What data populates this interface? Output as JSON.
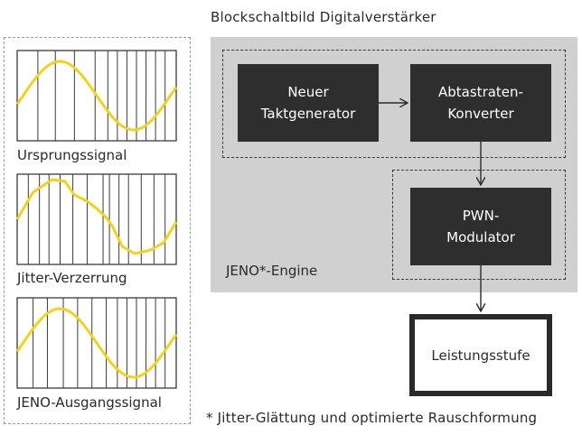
{
  "title": "Blockschaltbild Digitalverstärker",
  "signals": [
    {
      "label": "Ursprungssignal"
    },
    {
      "label": "Jitter-Verzerrung"
    },
    {
      "label": "JENO-Ausgangssignal"
    }
  ],
  "engine": {
    "label": "JENO*-Engine",
    "blocks": {
      "clock": {
        "line1": "Neuer",
        "line2": "Taktgenerator"
      },
      "src": {
        "line1": "Abtastraten-",
        "line2": "Konverter"
      },
      "pwm": {
        "line1": "PWN-",
        "line2": "Modulator"
      }
    }
  },
  "power_stage": "Leistungsstufe",
  "footnote": "* Jitter-Glättung und optimierte Rauschformung",
  "colors": {
    "wave": "#f2d21b",
    "block": "#2e2e2e",
    "engine_bg": "#d0d0d0"
  }
}
